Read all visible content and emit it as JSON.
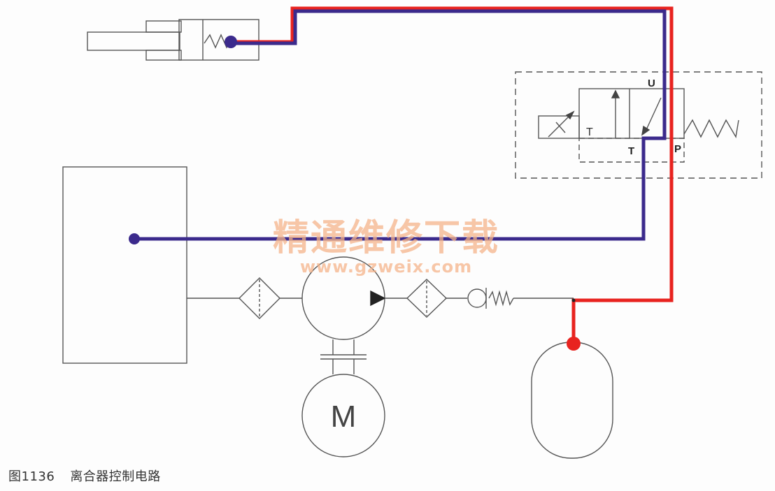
{
  "caption": {
    "figure_number": "图1136",
    "title": "离合器控制电路"
  },
  "valve": {
    "port_u": "U",
    "port_t": "T",
    "port_p": "P",
    "inner_t": "T"
  },
  "motor": {
    "label": "M"
  },
  "watermark": {
    "line1": "精通维修下载",
    "line2": "www.gzweix.com"
  },
  "colors": {
    "pressure_line": "#e8231f",
    "return_line": "#3b2a8c",
    "symbol_stroke": "#555555",
    "watermark": "#f4b38a"
  }
}
